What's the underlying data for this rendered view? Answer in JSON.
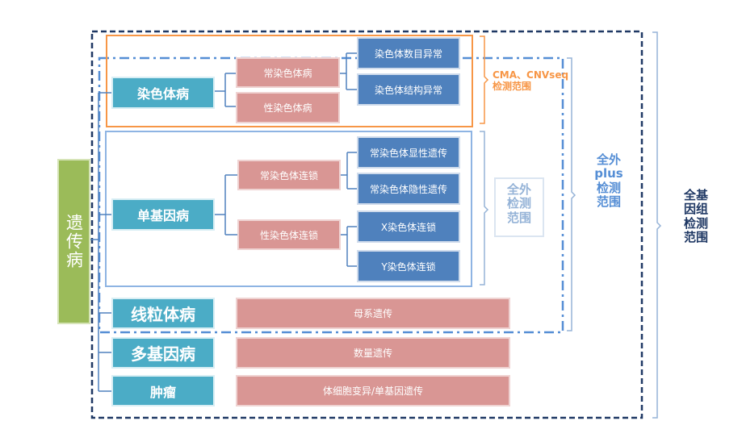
{
  "root": {
    "label": "遗传病"
  },
  "categories": [
    {
      "label": "染色体病"
    },
    {
      "label": "单基因病"
    },
    {
      "label": "线粒体病"
    },
    {
      "label": "多基因病"
    },
    {
      "label": "肿瘤"
    }
  ],
  "subcategories": {
    "chrom_autosomal": "常染色体病",
    "chrom_sex": "性染色体病",
    "mono_autosomal": "常染色体连锁",
    "mono_sex": "性染色体连锁"
  },
  "leaves": {
    "chrom_number": "染色体数目异常",
    "chrom_structure": "染色体结构异常",
    "auto_dominant": "常染色体显性遗传",
    "auto_recessive": "常染色体隐性遗传",
    "x_linked": "X染色体连锁",
    "y_linked": "Y染色体连锁"
  },
  "bars": {
    "mito": "母系遗传",
    "multi": "数量遗传",
    "tumor": "体细胞变异/单基因遗传"
  },
  "ranges": {
    "cma": {
      "line1": "CMA、CNVseq",
      "line2": "检测范围",
      "color": "#f79646"
    },
    "wes": {
      "line1": "全外",
      "line2": "检测",
      "line3": "范围",
      "color": "#95b3d7"
    },
    "wes_plus": {
      "line1": "全外",
      "line2": "plus",
      "line3": "检测",
      "line4": "范围",
      "color": "#558ed5"
    },
    "wgs": {
      "line1": "全基",
      "line2": "因组",
      "line3": "检测",
      "line4": "范围",
      "color": "#1f3864"
    }
  }
}
